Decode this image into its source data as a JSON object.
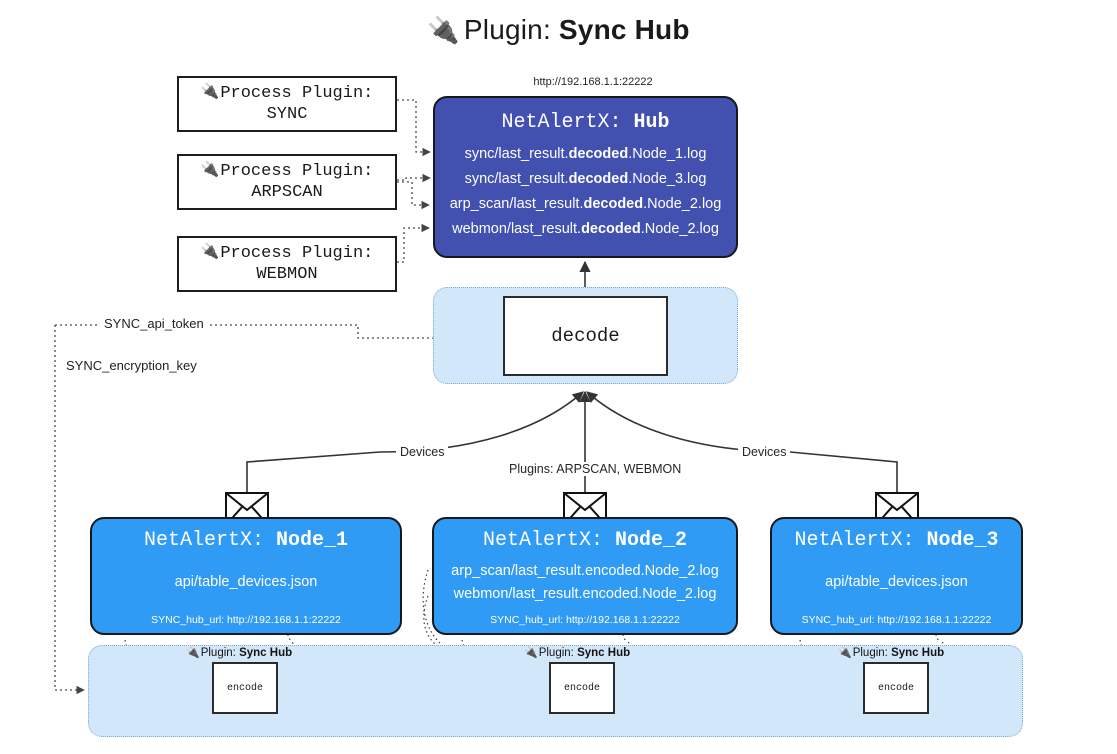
{
  "title": {
    "icon": "plug-icon",
    "prefix": "Plugin:",
    "name": "Sync Hub"
  },
  "process_plugins": [
    {
      "icon": "plug-icon",
      "line1": "Process Plugin:",
      "line2": "SYNC"
    },
    {
      "icon": "plug-icon",
      "line1": "Process Plugin:",
      "line2": "ARPSCAN"
    },
    {
      "icon": "plug-icon",
      "line1": "Process Plugin:",
      "line2": "WEBMON"
    }
  ],
  "hub": {
    "url": "http://192.168.1.1:22222",
    "title_prefix": "NetAlertX:",
    "title_name": "Hub",
    "lines": [
      {
        "pre": "sync/last_result.",
        "bold": "decoded",
        "post": ".Node_1.log"
      },
      {
        "pre": "sync/last_result.",
        "bold": "decoded",
        "post": ".Node_3.log"
      },
      {
        "pre": "arp_scan/last_result.",
        "bold": "decoded",
        "post": ".Node_2.log"
      },
      {
        "pre": "webmon/last_result.",
        "bold": "decoded",
        "post": ".Node_2.log"
      }
    ]
  },
  "decode": {
    "label": "decode"
  },
  "secrets": [
    {
      "label": "SYNC_api_token"
    },
    {
      "label": "SYNC_encryption_key"
    }
  ],
  "edge_labels": {
    "devices_left": "Devices",
    "devices_right": "Devices",
    "plugins_center": "Plugins: ARPSCAN, WEBMON"
  },
  "nodes": [
    {
      "icon": "envelope-icon",
      "title_prefix": "NetAlertX:",
      "title_name": "Node_1",
      "lines": [
        "api/table_devices.json"
      ],
      "footer": "SYNC_hub_url: http://192.168.1.1:22222"
    },
    {
      "icon": "envelope-icon",
      "title_prefix": "NetAlertX:",
      "title_name": "Node_2",
      "lines": [
        "arp_scan/last_result.encoded.Node_2.log",
        "webmon/last_result.encoded.Node_2.log"
      ],
      "footer": "SYNC_hub_url: http://192.168.1.1:22222"
    },
    {
      "icon": "envelope-icon",
      "title_prefix": "NetAlertX:",
      "title_name": "Node_3",
      "lines": [
        "api/table_devices.json"
      ],
      "footer": "SYNC_hub_url: http://192.168.1.1:22222"
    }
  ],
  "encoders": [
    {
      "icon": "plug-icon",
      "label_prefix": "Plugin:",
      "label_name": "Sync Hub",
      "box": "encode"
    },
    {
      "icon": "plug-icon",
      "label_prefix": "Plugin:",
      "label_name": "Sync Hub",
      "box": "encode"
    },
    {
      "icon": "plug-icon",
      "label_prefix": "Plugin:",
      "label_name": "Sync Hub",
      "box": "encode"
    }
  ],
  "colors": {
    "hub_fill": "#4250b0",
    "node_fill": "#2f9bf5",
    "container_fill": "#d3e7fa",
    "container_border": "#7fa9d4",
    "stroke": "#333333"
  }
}
